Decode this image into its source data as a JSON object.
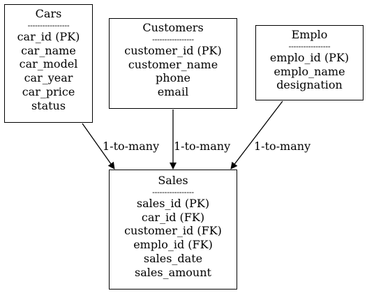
{
  "entities": {
    "cars": {
      "title": "Cars",
      "separator": "-----------------",
      "fields": [
        "car_id (PK)",
        "car_name",
        "car_model",
        "car_year",
        "car_price",
        "status"
      ]
    },
    "customers": {
      "title": "Customers",
      "separator": "-----------------",
      "fields": [
        "customer_id (PK)",
        "customer_name",
        "phone",
        "email"
      ]
    },
    "emplo": {
      "title": "Emplo",
      "separator": "-----------------",
      "fields": [
        "emplo_id (PK)",
        "emplo_name",
        "designation"
      ]
    },
    "sales": {
      "title": "Sales",
      "separator": "-----------------",
      "fields": [
        "sales_id (PK)",
        "car_id (FK)",
        "customer_id (FK)",
        "emplo_id (FK)",
        "sales_date",
        "sales_amount"
      ]
    }
  },
  "relationships": [
    {
      "from": "Cars",
      "to": "Sales",
      "label": "1-to-many"
    },
    {
      "from": "Customers",
      "to": "Sales",
      "label": "1-to-many"
    },
    {
      "from": "Emplo",
      "to": "Sales",
      "label": "1-to-many"
    }
  ]
}
